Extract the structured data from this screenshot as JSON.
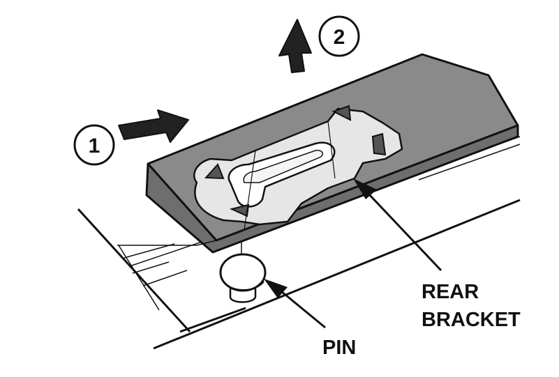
{
  "steps": {
    "step1": "1",
    "step2": "2"
  },
  "labels": {
    "pin": "PIN",
    "rear_bracket_line1": "REAR",
    "rear_bracket_line2": "BRACKET"
  },
  "colors": {
    "surface_gray": "#8a8a8a",
    "surface_side": "#6e6e6e",
    "bracket_fill": "#e6e6e6",
    "line": "#111111",
    "arrow": "#222222"
  }
}
